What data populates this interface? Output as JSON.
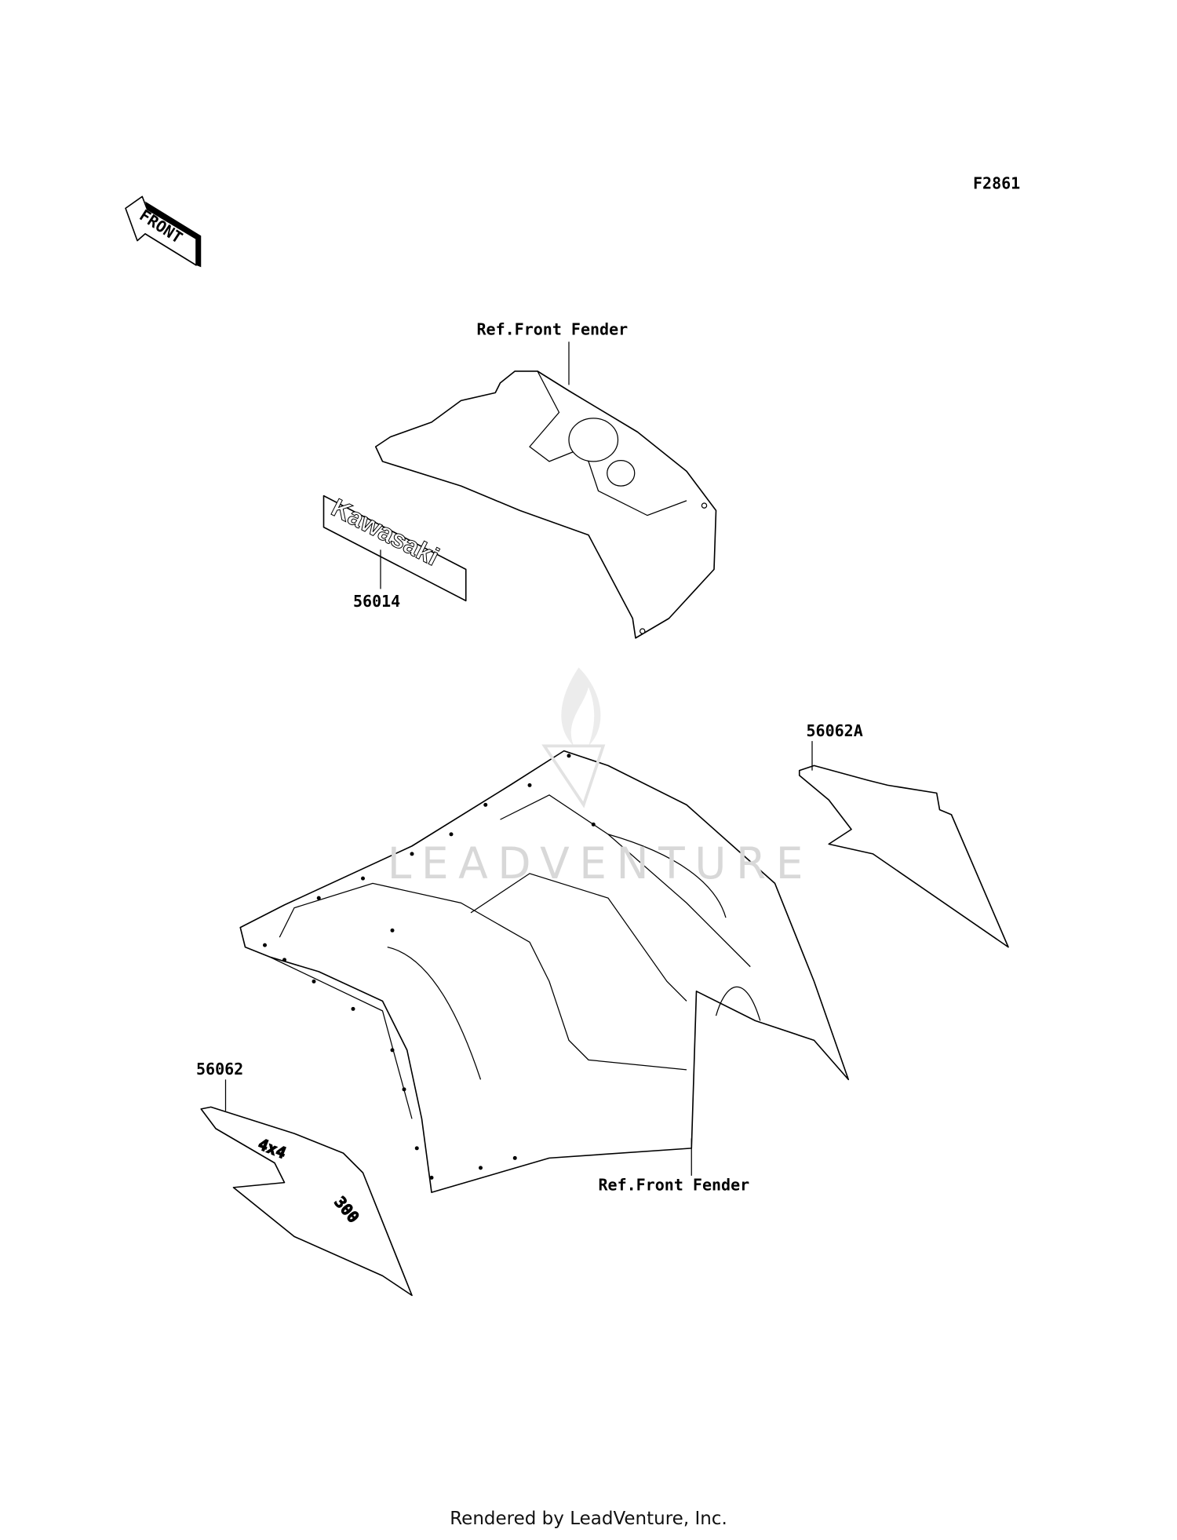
{
  "diagram": {
    "figure_code": "F2861",
    "front_arrow_text": "FRONT",
    "watermark": "LEADVENTURE",
    "callouts": {
      "ref_front_fender_top": "Ref.Front Fender",
      "ref_front_fender_bottom": "Ref.Front Fender",
      "part_56014": "56014",
      "part_56062A": "56062A",
      "part_56062": "56062"
    },
    "emblem_text": "Kawasaki",
    "decal_text": "4x4",
    "decal_subtext": "300"
  },
  "footer": {
    "rendered_by": "Rendered by LeadVenture, Inc."
  }
}
